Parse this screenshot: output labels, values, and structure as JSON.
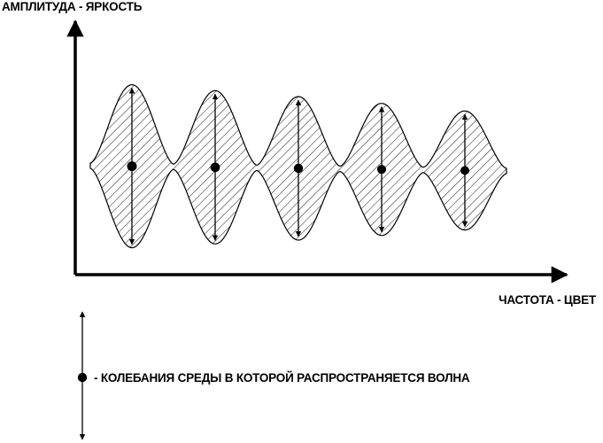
{
  "diagram": {
    "y_axis_label": "АМПЛИТУДА - ЯРКОСТЬ",
    "x_axis_label": "ЧАСТОТА - ЦВЕТ",
    "legend_text": "- КОЛЕБАНИЯ СРЕДЫ В КОТОРОЙ РАСПРОСТРАНЯЕТСЯ ВОЛНА",
    "wave_packets": [
      {
        "amplitude": 1.0
      },
      {
        "amplitude": 0.94
      },
      {
        "amplitude": 0.88
      },
      {
        "amplitude": 0.81
      },
      {
        "amplitude": 0.73
      }
    ],
    "colors": {
      "ink": "#000000",
      "background": "#ffffff"
    }
  }
}
